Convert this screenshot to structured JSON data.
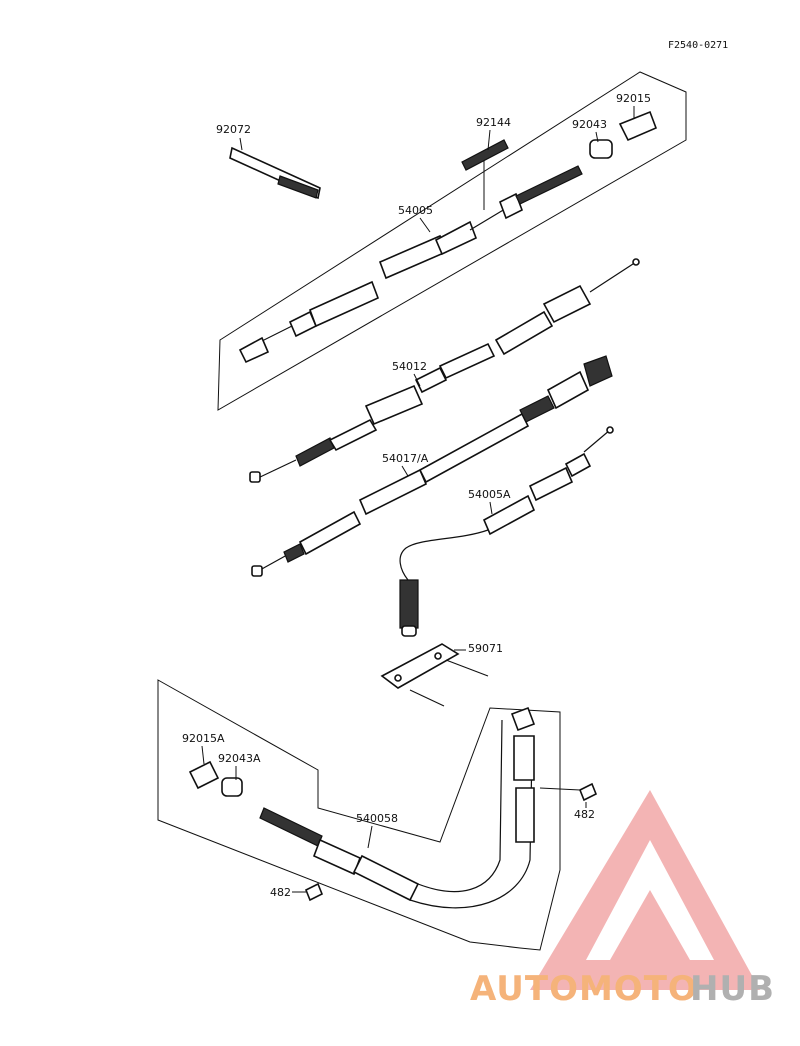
{
  "diagram": {
    "code": "F2540-0271",
    "labels": {
      "p92072": "92072",
      "p92144": "92144",
      "p92043": "92043",
      "p92015": "92015",
      "p54005": "54005",
      "p54012": "54012",
      "p54017A": "54017/A",
      "p54005A": "54005A",
      "p59071": "59071",
      "p92015A": "92015A",
      "p92043A": "92043A",
      "p54005B": "540058",
      "p482a": "482",
      "p482b": "482"
    }
  },
  "watermark": {
    "part1": "AUTOMOTO",
    "part2": "HUB",
    "color1": "#f5b37a",
    "color2": "#b0b0b0",
    "triangle_color": "#f1a7a7"
  }
}
